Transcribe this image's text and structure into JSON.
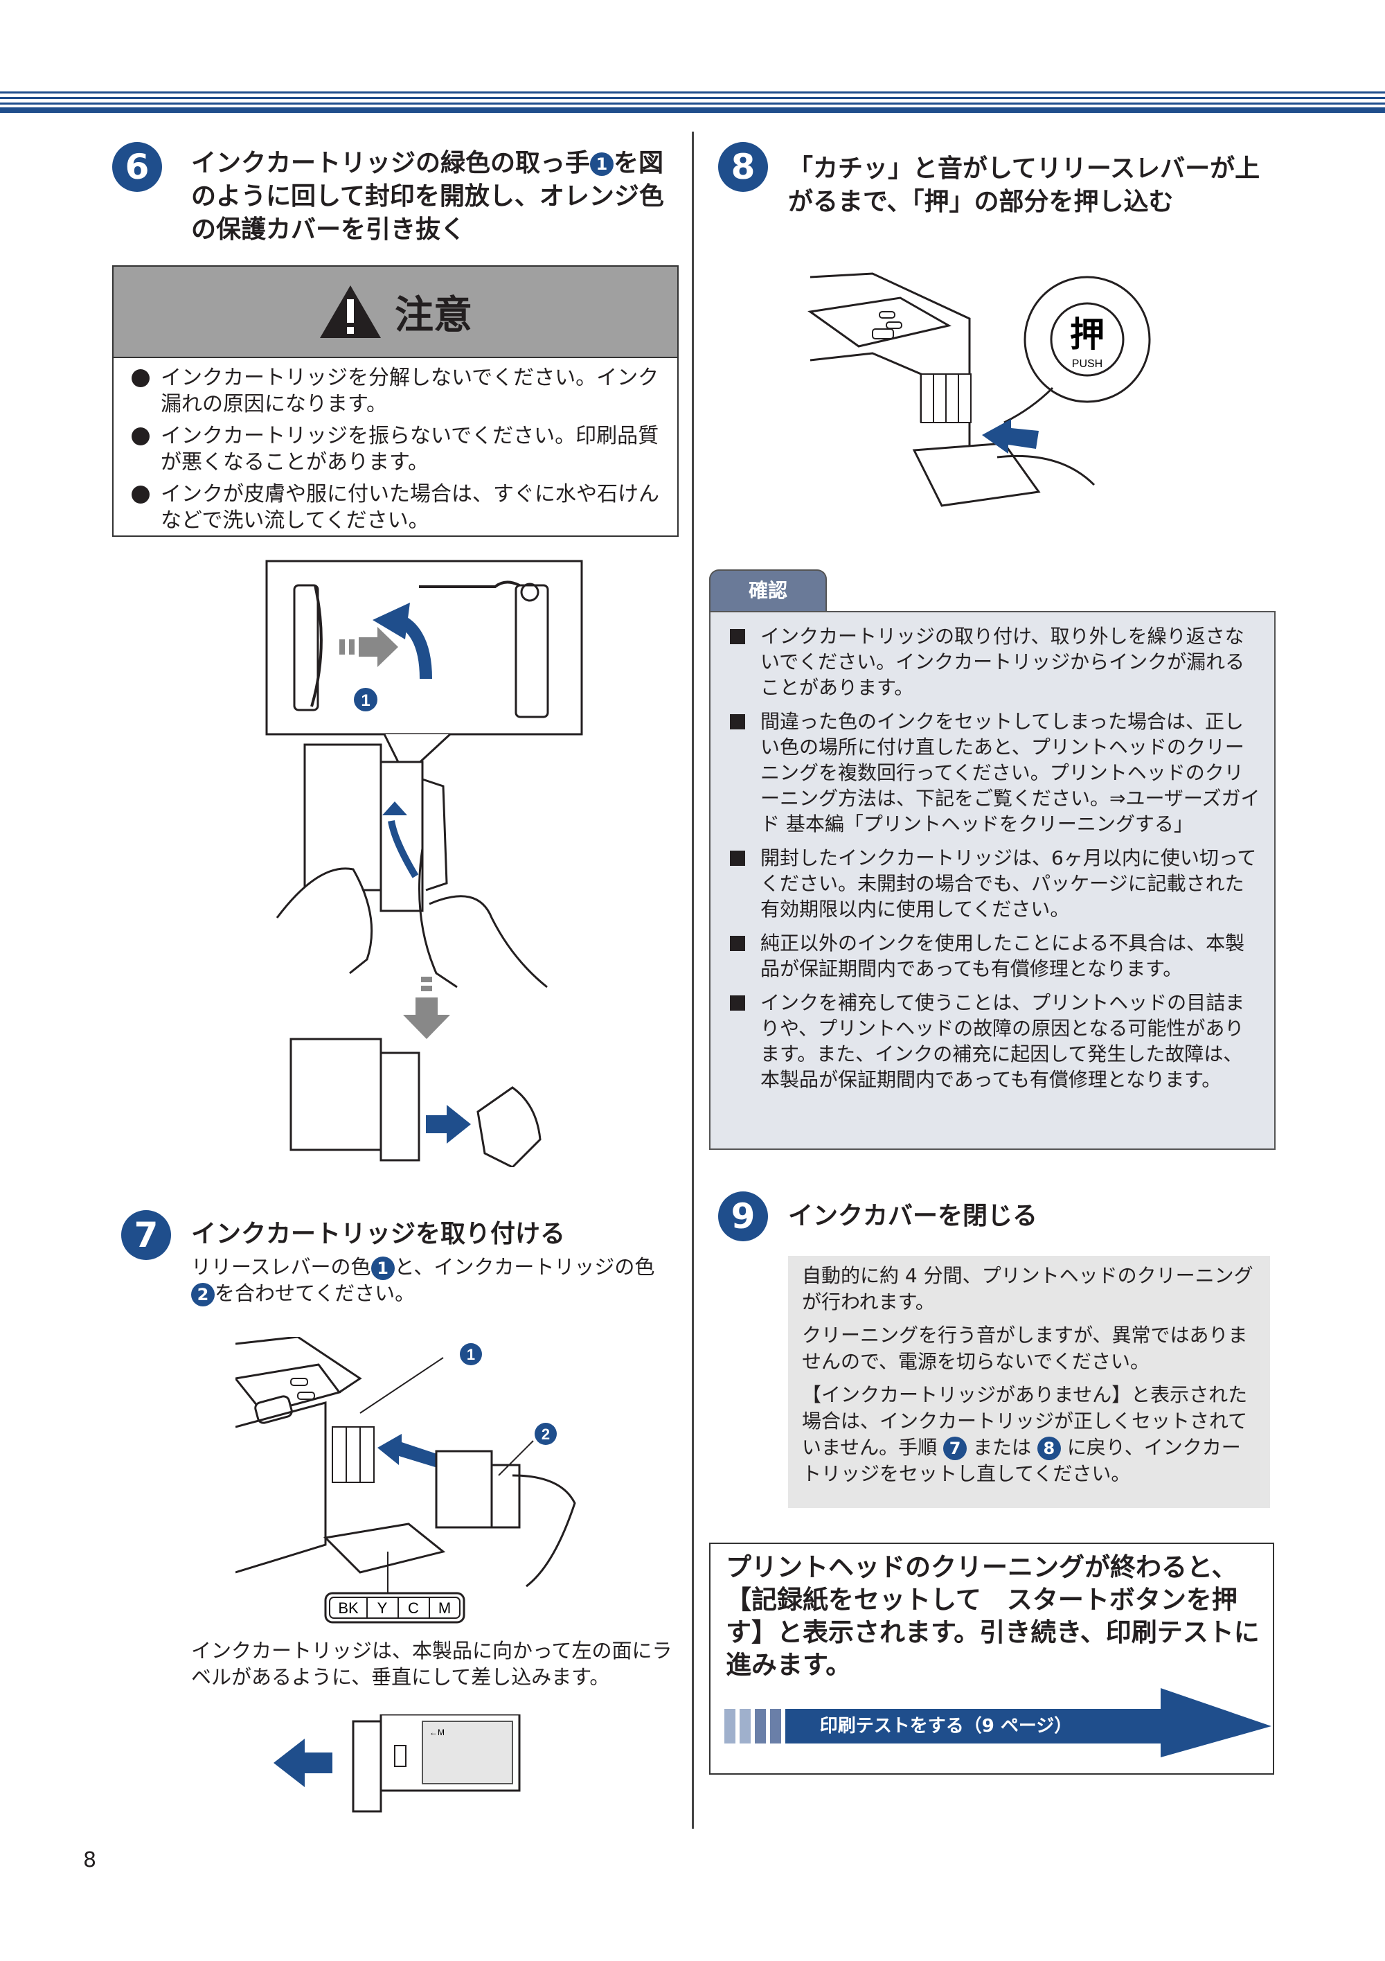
{
  "step6": {
    "number": "6",
    "title_a": "インクカートリッジの緑色の取っ手",
    "title_marker": "1",
    "title_b": "を図のように回して封印を開放し、オレンジ色の保護カバーを引き抜く",
    "caution": {
      "heading": "注意",
      "items": [
        "インクカートリッジを分解しないでください。インク漏れの原因になります。",
        "インクカートリッジを振らないでください。印刷品質が悪くなることがあります。",
        "インクが皮膚や服に付いた場合は、すぐに水や石けんなどで洗い流してください。"
      ]
    },
    "figure_marker": "1"
  },
  "step7": {
    "number": "7",
    "title": "インクカートリッジを取り付ける",
    "desc_a": "リリースレバーの色",
    "desc_m1": "1",
    "desc_b": "と、インクカートリッジの色",
    "desc_m2": "2",
    "desc_c": "を合わせてください。",
    "figure_markers": [
      "1",
      "2"
    ],
    "color_labels": [
      "BK",
      "Y",
      "C",
      "M"
    ],
    "note": "インクカートリッジは、本製品に向かって左の面にラベルがあるように、垂直にして差し込みます。",
    "cartridge_label": "←M"
  },
  "step8": {
    "number": "8",
    "title": "「カチッ」と音がしてリリースレバーが上がるまで、「押」の部分を押し込む",
    "push_kanji": "押",
    "push_en": "PUSH"
  },
  "confirm": {
    "tab": "確認",
    "items": [
      "インクカートリッジの取り付け、取り外しを繰り返さないでください。インクカートリッジからインクが漏れることがあります。",
      "間違った色のインクをセットしてしまった場合は、正しい色の場所に付け直したあと、プリントヘッドのクリーニングを複数回行ってください。プリントヘッドのクリーニング方法は、下記をご覧ください。⇒ユーザーズガイド 基本編「プリントヘッドをクリーニングする」",
      "開封したインクカートリッジは、6ヶ月以内に使い切ってください。未開封の場合でも、パッケージに記載された有効期限以内に使用してください。",
      "純正以外のインクを使用したことによる不具合は、本製品が保証期間内であっても有償修理となります。",
      "インクを補充して使うことは、プリントヘッドの目詰まりや、プリントヘッドの故障の原因となる可能性があります。また、インクの補充に起因して発生した故障は、本製品が保証期間内であっても有償修理となります。"
    ]
  },
  "step9": {
    "number": "9",
    "title": "インクカバーを閉じる",
    "p1": "自動的に約 4 分間、プリントヘッドのクリーニングが行われます。",
    "p2": "クリーニングを行う音がしますが、異常ではありませんので、電源を切らないでください。",
    "p3_a": "【インクカートリッジがありません】と表示された場合は、インクカートリッジが正しくセットされていません。手順",
    "p3_m1": "7",
    "p3_b": "または",
    "p3_m2": "8",
    "p3_c": "に戻り、インクカートリッジをセットし直してください。"
  },
  "final": {
    "text": "プリントヘッドのクリーニングが終わると、【記録紙をセットして　スタートボタンを押す】と表示されます。引き続き、印刷テストに進みます。",
    "link": "印刷テストをする（9 ページ）"
  },
  "page_number": "8",
  "colors": {
    "accent": "#1f4e8c",
    "caution_head": "#a0a0a0",
    "confirm_bg": "#e3e6ec",
    "note_bg": "#e6e6e6"
  }
}
